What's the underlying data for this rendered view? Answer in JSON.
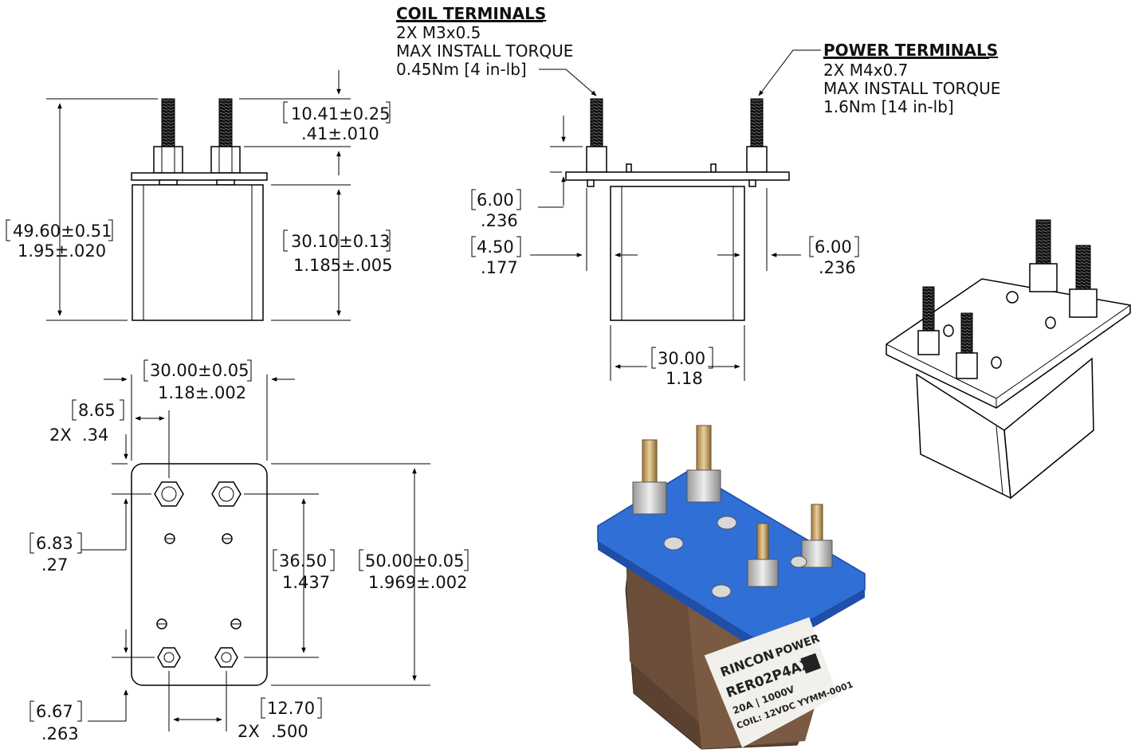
{
  "coil_terminals": {
    "title": "COIL TERMINALS",
    "line1": "2X M3x0.5",
    "line2": "MAX INSTALL TORQUE",
    "line3": "0.45Nm [4 in-lb]"
  },
  "power_terminals": {
    "title": "POWER TERMINALS",
    "line1": "2X M4x0.7",
    "line2": "MAX INSTALL TORQUE",
    "line3": "1.6Nm [14 in-lb]"
  },
  "dims": {
    "d10_41": "10.41±0.25",
    "d10_41_in": ".41±.010",
    "d49_60": "49.60±0.51",
    "d49_60_in": "1.95±.020",
    "d30_10": "30.10±0.13",
    "d30_10_in": "1.185±.005",
    "d6_00a": "6.00",
    "d6_00a_in": ".236",
    "d4_50": "4.50",
    "d4_50_in": ".177",
    "d6_00b": "6.00",
    "d6_00b_in": ".236",
    "d30_00": "30.00",
    "d30_00_in": "1.18",
    "d30_00_05": "30.00±0.05",
    "d30_00_05_in": "1.18±.002",
    "d8_65_prefix": "2X",
    "d8_65": "8.65",
    "d8_65_in": ".34",
    "d6_83": "6.83",
    "d6_83_in": ".27",
    "d36_50": "36.50",
    "d36_50_in": "1.437",
    "d50_00": "50.00±0.05",
    "d50_00_in": "1.969±.002",
    "d6_67": "6.67",
    "d6_67_in": ".263",
    "d12_70_prefix": "2X",
    "d12_70": "12.70",
    "d12_70_in": ".500"
  },
  "product_label": {
    "brand": "RINCON",
    "brand2": "POWER",
    "model": "RER02P4AX",
    "rating": "20A | 1000V",
    "coil": "COIL: 12VDC YYMM-0001"
  },
  "colors": {
    "board": "#2f6fd6",
    "body": "#6b4e3a",
    "label_bg": "#f2f0ea",
    "metal": "#c9c9c9"
  }
}
